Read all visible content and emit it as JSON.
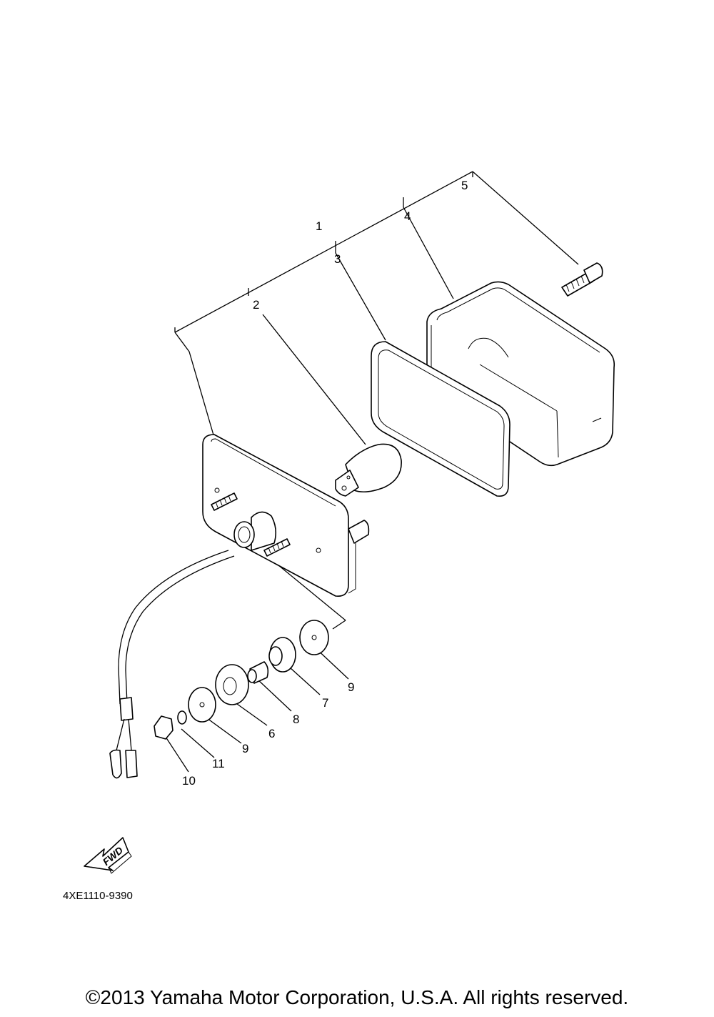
{
  "diagram": {
    "callouts": {
      "c1": "1",
      "c2": "2",
      "c3": "3",
      "c4": "4",
      "c5": "5",
      "c6": "6",
      "c7": "7",
      "c8": "8",
      "c9a": "9",
      "c9b": "9",
      "c10": "10",
      "c11": "11"
    },
    "fwd_label": "FWD",
    "diagram_code": "4XE1110-9390"
  },
  "footer": {
    "copyright": "©2013 Yamaha Motor Corporation, U.S.A. All rights reserved."
  }
}
